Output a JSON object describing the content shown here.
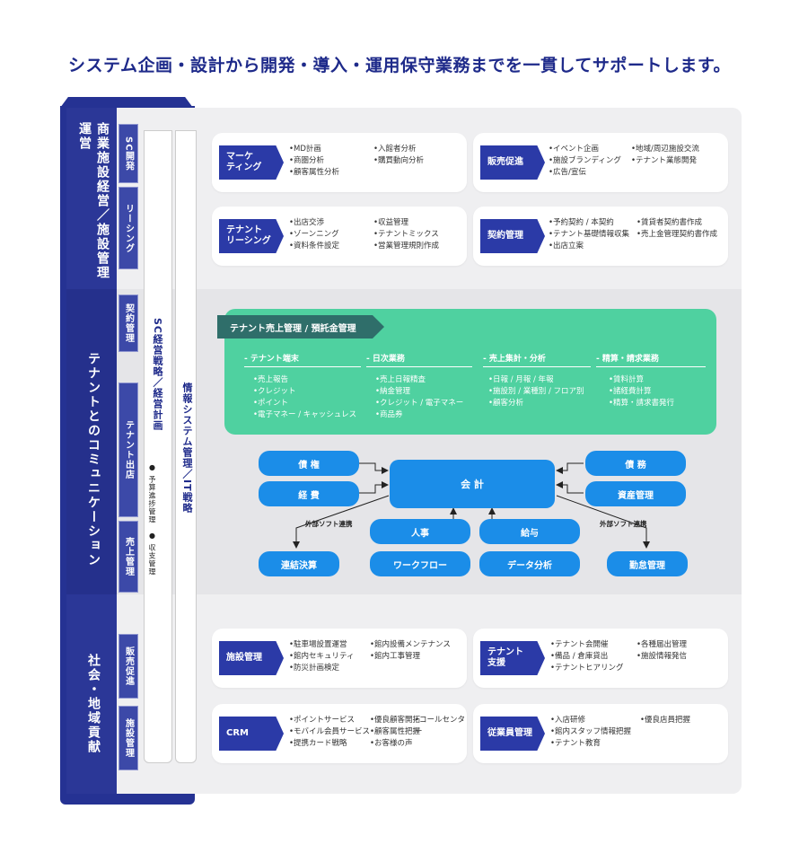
{
  "headline": "システム企画・設計から開発・導入・運用保守業務までを一貫してサポートします。",
  "sidebar": {
    "sections": [
      "商業施設経営／施設管理運営",
      "テナントとのコミュニケーション",
      "社会・地域貢献"
    ],
    "chevrons": [
      "SC開発",
      "リーシング",
      "契約管理",
      "テナント出店",
      "売上管理",
      "販売促進",
      "施設管理"
    ],
    "strategy_col": {
      "title": "SC経営戦略／経営計画",
      "items": [
        "● 予算進捗管理",
        "● 収支管理"
      ]
    },
    "it_col": "情報システム管理／IT戦略"
  },
  "top_cards": [
    {
      "tag": "マーケ\nティング",
      "col1": [
        "•MD計画",
        "•商圏分析",
        "•顧客属性分析"
      ],
      "col2": [
        "•入館者分析",
        "•購買動向分析"
      ]
    },
    {
      "tag": "販売促進",
      "col1": [
        "•イベント企画",
        "•施設ブランディング",
        "•広告/宣伝"
      ],
      "col2": [
        "•地域/周辺施設交流",
        "•テナント業態開発"
      ]
    },
    {
      "tag": "テナント\nリーシング",
      "col1": [
        "•出店交渉",
        "•ゾーンニング",
        "•資料条件設定"
      ],
      "col2": [
        "•収益管理",
        "•テナントミックス",
        "•営業管理規則作成"
      ]
    },
    {
      "tag": "契約管理",
      "col1": [
        "•予約契約 / 本契約",
        "•テナント基礎情報収集",
        "•出店立案"
      ],
      "col2": [
        "•賃貸者契約書作成",
        "•売上金管理契約書作成"
      ]
    }
  ],
  "green": {
    "title": "テナント売上管理 / 預託金管理",
    "columns": [
      {
        "head": "- テナント端末",
        "items": [
          "•売上報告",
          "•クレジット",
          "•ポイント",
          "•電子マネー / キャッシュレス"
        ]
      },
      {
        "head": "- 日次業務",
        "items": [
          "•売上日報精査",
          "•納金管理",
          "•クレジット / 電子マネー",
          "•商品券"
        ]
      },
      {
        "head": "- 売上集計・分析",
        "items": [
          "•日報 / 月報 / 年報",
          "•施設別 / 業種別 / フロア別",
          "•顧客分析"
        ]
      },
      {
        "head": "- 精算・請求業務",
        "items": [
          "•賃料計算",
          "•諸経費計算",
          "•精算・請求書発行"
        ]
      }
    ]
  },
  "flow": {
    "center": "会 計",
    "left": [
      "債 権",
      "経 費"
    ],
    "right": [
      "債 務",
      "資産管理"
    ],
    "middle": [
      "人事",
      "給与"
    ],
    "bottom": [
      "連結決算",
      "ワークフロー",
      "データ分析",
      "勤怠管理"
    ],
    "notes": [
      "外部ソフト連携",
      "外部ソフト連携"
    ]
  },
  "bottom_cards": [
    {
      "tag": "施設管理",
      "col1": [
        "•駐車場設置運営",
        "•館内セキュリティ",
        "•防災計画検定"
      ],
      "col2": [
        "•館内設備メンテナンス",
        "•館内工事管理"
      ]
    },
    {
      "tag": "テナント\n支援",
      "col1": [
        "•テナント会開催",
        "•備品 / 倉庫貸出",
        "•テナントヒアリング"
      ],
      "col2": [
        "•各種届出管理",
        "•施設情報発信"
      ]
    },
    {
      "tag": "CRM",
      "col1": [
        "•ポイントサービス",
        "•モバイル会員サービス",
        "•提携カード戦略"
      ],
      "col2": [
        "•優良顧客開拓",
        "•顧客属性把握",
        "•お客様の声"
      ],
      "col3": [
        "",
        "",
        "•コールセンター"
      ]
    },
    {
      "tag": "従業員管理",
      "col1": [
        "•入店研修",
        "•館内スタッフ情報把握",
        "•テナント教育"
      ],
      "col2": [
        "•優良店員把握"
      ]
    }
  ]
}
